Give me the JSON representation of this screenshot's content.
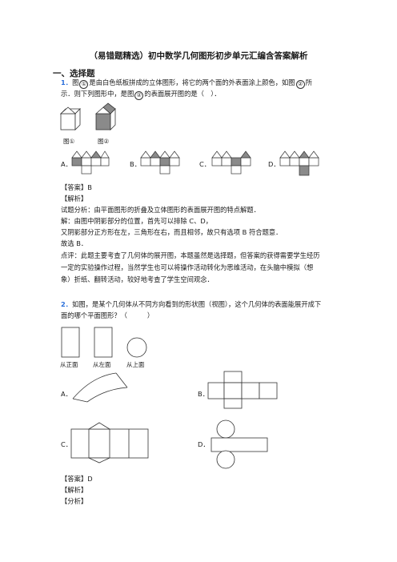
{
  "doc": {
    "title": "（易错题精选）初中数学几何图形初步单元汇编含答案解析",
    "section": "一、选择题"
  },
  "q1": {
    "number": "1．",
    "text_a": "图",
    "circ1": "①",
    "text_b": "是由白色纸板拼成的立体图形，将它的两个面的外表面涂上颜色，如图",
    "circ2": "②",
    "text_c": "所",
    "line2_a": "示．则下列图形中，是图",
    "line2_b": "的表面展开图的是（　）．",
    "fig1_label": "图①",
    "fig2_label": "图②",
    "options": [
      "A．",
      "B．",
      "C．",
      "D．"
    ],
    "answer": "【答案】B",
    "analysis_head": "【解析】",
    "lines": [
      "试题分析：由平面图形的折叠及立体图形的表面展开图的特点解题．",
      "解：由图中阴影部分的位置，首先可以排除 C、D，",
      "又阴影部分正方形在左，三角形在右，而且相邻，故只有选项 B 符合题意．",
      "故选 B．",
      "点评：此题主要考查了几何体的展开图，本题虽然是选择题，但答案的获得需要学生经历",
      "一定的实验操作过程，当然学生也可以将操作活动转化为思维活动，在头脑中模拟（想",
      "象）折纸、翻转活动，较好地考查了学生空间观念．"
    ]
  },
  "q2": {
    "number": "2．",
    "line1": "如图，是某个几何体从不同方向看到的形状图（视图），这个几何体的表面能展开成下",
    "line2": "面的哪个平面图形？（　　　）",
    "view_labels": [
      "从正面",
      "从左面",
      "从上面"
    ],
    "options": [
      "A．",
      "B．",
      "C．",
      "D．"
    ],
    "answer": "【答案】D",
    "analysis_head": "【解析】",
    "analysis_sub": "【分析】"
  },
  "colors": {
    "number": "#2a6fdb",
    "shade": "#8a8a8a"
  }
}
